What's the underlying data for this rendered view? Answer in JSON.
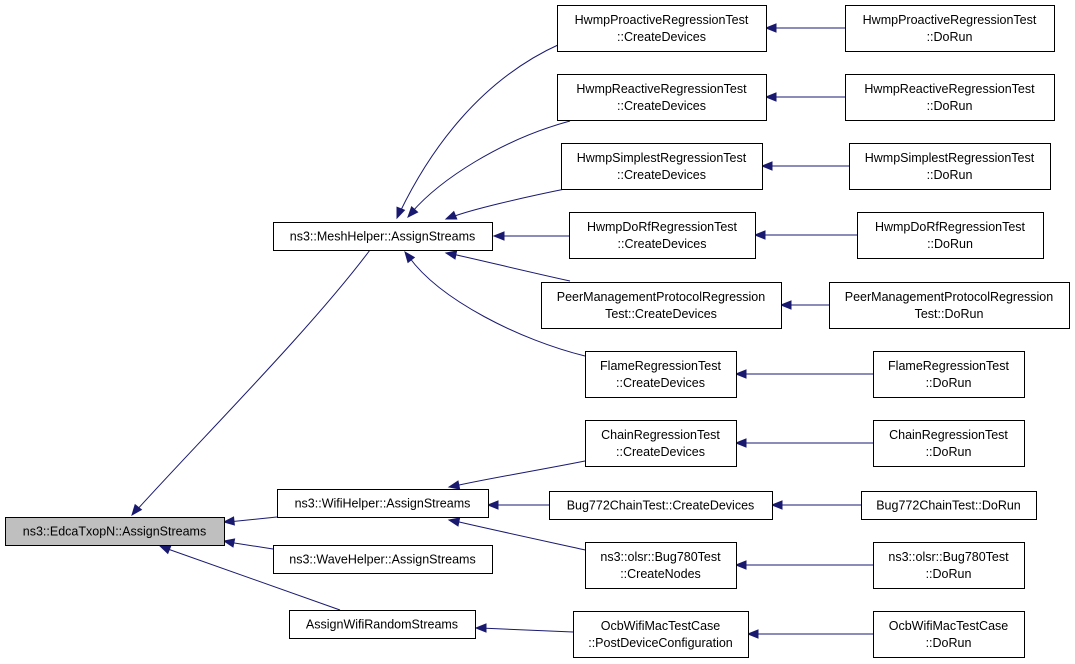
{
  "diagram": {
    "nodes": [
      {
        "id": "root",
        "lines": [
          "ns3::EdcaTxopN::AssignStreams"
        ],
        "highlight": true
      },
      {
        "id": "mesh",
        "lines": [
          "ns3::MeshHelper::AssignStreams"
        ]
      },
      {
        "id": "wifi",
        "lines": [
          "ns3::WifiHelper::AssignStreams"
        ]
      },
      {
        "id": "wave",
        "lines": [
          "ns3::WaveHelper::AssignStreams"
        ]
      },
      {
        "id": "awrs",
        "lines": [
          "AssignWifiRandomStreams"
        ]
      },
      {
        "id": "proCD",
        "lines": [
          "HwmpProactiveRegressionTest",
          "::CreateDevices"
        ]
      },
      {
        "id": "reaCD",
        "lines": [
          "HwmpReactiveRegressionTest",
          "::CreateDevices"
        ]
      },
      {
        "id": "simCD",
        "lines": [
          "HwmpSimplestRegressionTest",
          "::CreateDevices"
        ]
      },
      {
        "id": "dorfCD",
        "lines": [
          "HwmpDoRfRegressionTest",
          "::CreateDevices"
        ]
      },
      {
        "id": "pmpCD",
        "lines": [
          "PeerManagementProtocolRegression",
          "Test::CreateDevices"
        ]
      },
      {
        "id": "flameCD",
        "lines": [
          "FlameRegressionTest",
          "::CreateDevices"
        ]
      },
      {
        "id": "chainCD",
        "lines": [
          "ChainRegressionTest",
          "::CreateDevices"
        ]
      },
      {
        "id": "b772CD",
        "lines": [
          "Bug772ChainTest::CreateDevices"
        ]
      },
      {
        "id": "b780CN",
        "lines": [
          "ns3::olsr::Bug780Test",
          "::CreateNodes"
        ]
      },
      {
        "id": "ocbPDC",
        "lines": [
          "OcbWifiMacTestCase",
          "::PostDeviceConfiguration"
        ]
      },
      {
        "id": "proRun",
        "lines": [
          "HwmpProactiveRegressionTest",
          "::DoRun"
        ]
      },
      {
        "id": "reaRun",
        "lines": [
          "HwmpReactiveRegressionTest",
          "::DoRun"
        ]
      },
      {
        "id": "simRun",
        "lines": [
          "HwmpSimplestRegressionTest",
          "::DoRun"
        ]
      },
      {
        "id": "dorfRun",
        "lines": [
          "HwmpDoRfRegressionTest",
          "::DoRun"
        ]
      },
      {
        "id": "pmpRun",
        "lines": [
          "PeerManagementProtocolRegression",
          "Test::DoRun"
        ]
      },
      {
        "id": "flameRun",
        "lines": [
          "FlameRegressionTest",
          "::DoRun"
        ]
      },
      {
        "id": "chainRun",
        "lines": [
          "ChainRegressionTest",
          "::DoRun"
        ]
      },
      {
        "id": "b772Run",
        "lines": [
          "Bug772ChainTest::DoRun"
        ]
      },
      {
        "id": "b780Run",
        "lines": [
          "ns3::olsr::Bug780Test",
          "::DoRun"
        ]
      },
      {
        "id": "ocbRun",
        "lines": [
          "OcbWifiMacTestCase",
          "::DoRun"
        ]
      }
    ],
    "edges": [
      {
        "from": "mesh",
        "to": "root"
      },
      {
        "from": "wifi",
        "to": "root"
      },
      {
        "from": "wave",
        "to": "root"
      },
      {
        "from": "awrs",
        "to": "root"
      },
      {
        "from": "proCD",
        "to": "mesh"
      },
      {
        "from": "reaCD",
        "to": "mesh"
      },
      {
        "from": "simCD",
        "to": "mesh"
      },
      {
        "from": "dorfCD",
        "to": "mesh"
      },
      {
        "from": "pmpCD",
        "to": "mesh"
      },
      {
        "from": "flameCD",
        "to": "mesh"
      },
      {
        "from": "chainCD",
        "to": "wifi"
      },
      {
        "from": "b772CD",
        "to": "wifi"
      },
      {
        "from": "b780CN",
        "to": "wifi"
      },
      {
        "from": "ocbPDC",
        "to": "awrs"
      },
      {
        "from": "proRun",
        "to": "proCD"
      },
      {
        "from": "reaRun",
        "to": "reaCD"
      },
      {
        "from": "simRun",
        "to": "simCD"
      },
      {
        "from": "dorfRun",
        "to": "dorfCD"
      },
      {
        "from": "pmpRun",
        "to": "pmpCD"
      },
      {
        "from": "flameRun",
        "to": "flameCD"
      },
      {
        "from": "chainRun",
        "to": "chainCD"
      },
      {
        "from": "b772Run",
        "to": "b772CD"
      },
      {
        "from": "b780Run",
        "to": "b780CN"
      },
      {
        "from": "ocbRun",
        "to": "ocbPDC"
      }
    ],
    "colors": {
      "edge": "#191970",
      "highlight_fill": "#bfbfbf",
      "node_fill": "#ffffff",
      "border": "#000000"
    }
  }
}
